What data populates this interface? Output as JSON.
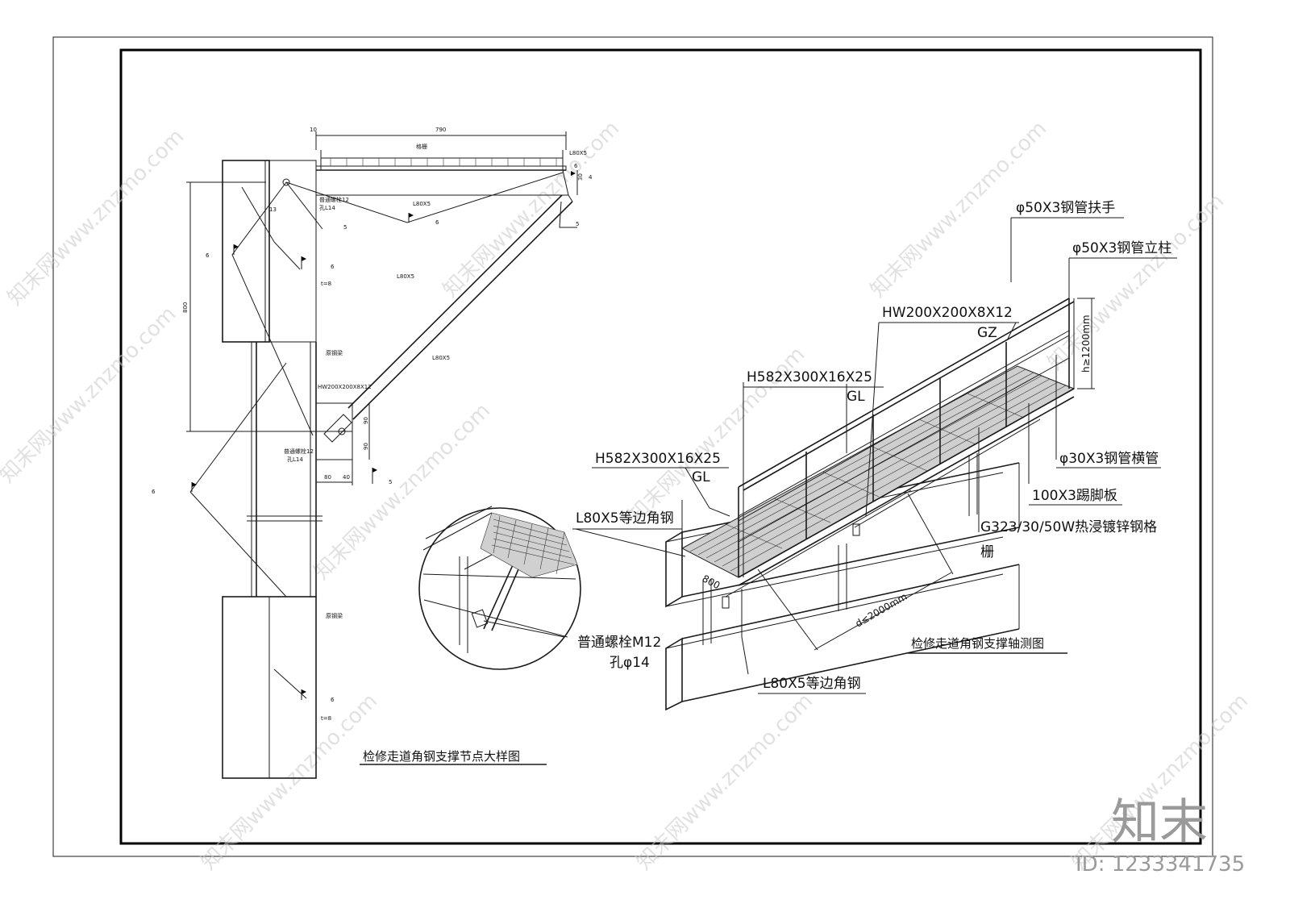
{
  "detail": {
    "title": "检修走道角钢支撑节点大样图",
    "dims": {
      "top_width": "790",
      "top_offset": "10",
      "height": "800",
      "plate_h1": "90",
      "plate_h2": "90",
      "plate_w1": "80",
      "plate_w2": "40",
      "gap": "30"
    },
    "notes": {
      "grating": "格栅",
      "angle1": "L80X5",
      "angle2": "L80X5",
      "angle3": "L80X5",
      "angle4": "L80X5",
      "bolt1": "普通螺栓12",
      "hole1": "孔L14",
      "bolt2": "普通螺栓12",
      "hole2": "孔L14",
      "column": "HW200X200X8X12",
      "beam1": "原钢梁",
      "beam2": "原钢梁",
      "t1": "t=8",
      "t2": "t=8",
      "w1": "6",
      "w2": "6",
      "w3": "5",
      "w4": "6",
      "w5": "6",
      "w6": "5",
      "w7": "6",
      "w8": "5",
      "w9": "4",
      "w10": "6",
      "num13": "13"
    },
    "bolt_label": "普通螺栓M12",
    "hole_label": "孔φ14"
  },
  "axon": {
    "title": "检修走道角钢支撑轴测图",
    "labels": {
      "handrail": "φ50X3钢管扶手",
      "post": "φ50X3钢管立柱",
      "column": "HW200X200X8X12",
      "column_tag": "GZ",
      "beam_top": "H582X300X16X25",
      "beam_top_tag": "GL",
      "beam_left": "H582X300X16X25",
      "beam_left_tag": "GL",
      "angle_top": "L80X5等边角钢",
      "angle_bottom": "L80X5等边角钢",
      "crossbar": "φ30X3钢管横管",
      "toe_board": "100X3踢脚板",
      "grating": "G323/30/50W热浸镀锌钢格",
      "grating_2": "栅",
      "height": "h≥1200mm",
      "span": "d≤2000mm",
      "width": "800"
    }
  },
  "watermark": {
    "site": "知末网www.znzmo.com",
    "logo": "知末",
    "id": "ID: 1233341735"
  }
}
